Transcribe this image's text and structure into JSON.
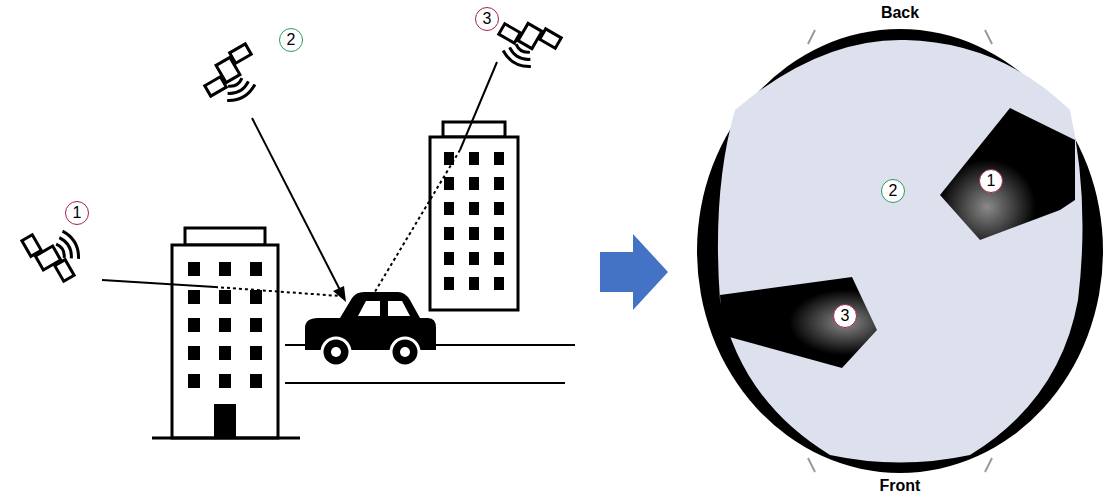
{
  "diagram": {
    "nodes": [
      {
        "text": [
          "1"
        ]
      },
      {
        "text": [
          "2"
        ]
      },
      {
        "text": [
          "3"
        ]
      },
      {
        "text": [
          "1"
        ]
      },
      {
        "text": [
          "2"
        ]
      },
      {
        "text": [
          "3"
        ]
      }
    ],
    "labels": [
      "Back",
      "Front"
    ]
  }
}
